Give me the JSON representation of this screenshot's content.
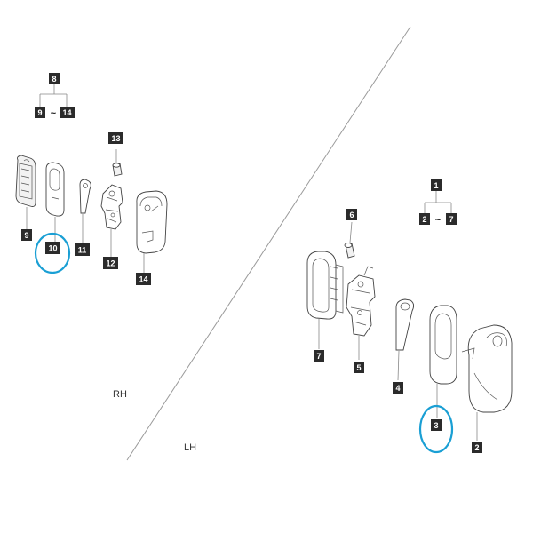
{
  "callouts": {
    "c1": "1",
    "c2": "2",
    "c3": "3",
    "c4": "4",
    "c5": "5",
    "c6": "6",
    "c7": "7",
    "c8": "8",
    "c9": "9",
    "c10": "10",
    "c11": "11",
    "c12": "12",
    "c13": "13",
    "c14": "14"
  },
  "groups": {
    "rh_range_start": "9",
    "rh_range_end": "14",
    "rh_tilde": "~",
    "lh_range_start": "2",
    "lh_range_end": "7",
    "lh_tilde": "~"
  },
  "sides": {
    "rh": "RH",
    "lh": "LH"
  },
  "colors": {
    "callout_box": "#2b2b2b",
    "callout_text": "#ffffff",
    "highlight_ring": "#1a9fd4",
    "line_art": "#444444",
    "divider": "#9a9a9a"
  }
}
